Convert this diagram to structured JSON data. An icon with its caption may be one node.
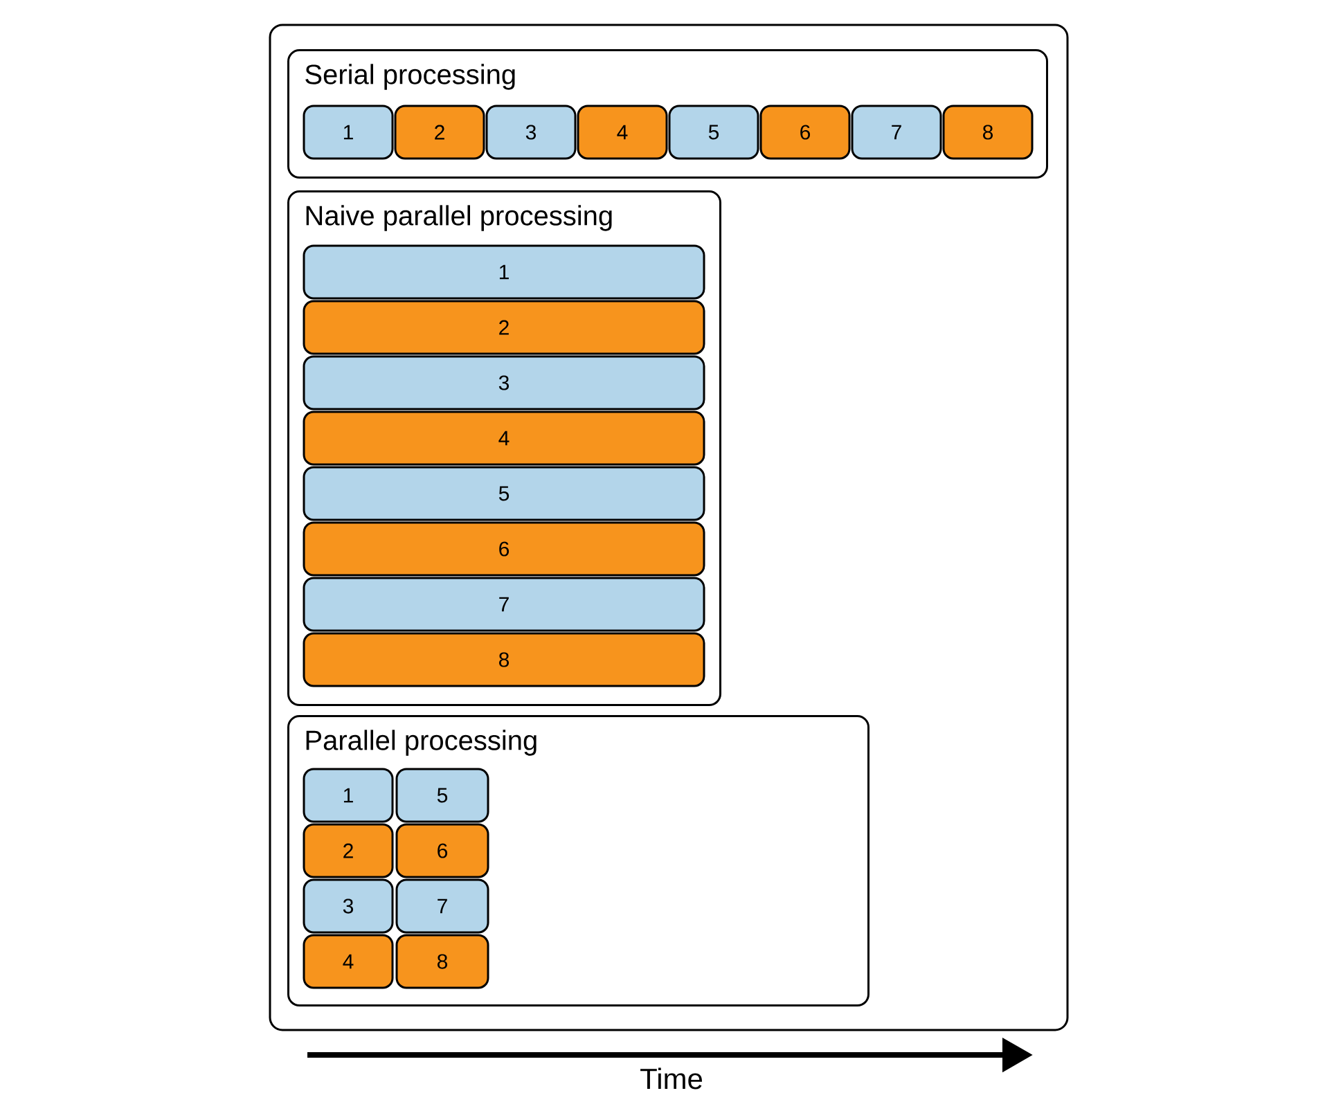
{
  "diagram": {
    "nodes": [
      {
        "text": [],
        "shape": "box"
      },
      {
        "text": [
          "Serial processing"
        ],
        "in": 0
      },
      {
        "text": [
          "1"
        ],
        "in": 1
      },
      {
        "text": [
          "2"
        ],
        "in": 1
      },
      {
        "text": [
          "3"
        ],
        "in": 1
      },
      {
        "text": [
          "4"
        ],
        "in": 1
      },
      {
        "text": [
          "5"
        ],
        "in": 1
      },
      {
        "text": [
          "6"
        ],
        "in": 1
      },
      {
        "text": [
          "7"
        ],
        "in": 1
      },
      {
        "text": [
          "8"
        ],
        "in": 1
      },
      {
        "text": [
          "Naive parallel processing"
        ],
        "in": 0
      },
      {
        "text": [
          "1"
        ],
        "in": 10
      },
      {
        "text": [
          "2"
        ],
        "in": 10
      },
      {
        "text": [
          "3"
        ],
        "in": 10
      },
      {
        "text": [
          "4"
        ],
        "in": 10
      },
      {
        "text": [
          "5"
        ],
        "in": 10
      },
      {
        "text": [
          "6"
        ],
        "in": 10
      },
      {
        "text": [
          "7"
        ],
        "in": 10
      },
      {
        "text": [
          "8"
        ],
        "in": 10
      },
      {
        "text": [
          "Parallel processing"
        ],
        "in": 0
      },
      {
        "text": [
          "1"
        ],
        "in": 19
      },
      {
        "text": [
          "5"
        ],
        "in": 19
      },
      {
        "text": [
          "2"
        ],
        "in": 19
      },
      {
        "text": [
          "6"
        ],
        "in": 19
      },
      {
        "text": [
          "3"
        ],
        "in": 19
      },
      {
        "text": [
          "7"
        ],
        "in": 19
      },
      {
        "text": [
          "4"
        ],
        "in": 19
      },
      {
        "text": [
          "8"
        ],
        "in": 19
      }
    ],
    "edges": [],
    "labels": [
      "Time"
    ]
  }
}
